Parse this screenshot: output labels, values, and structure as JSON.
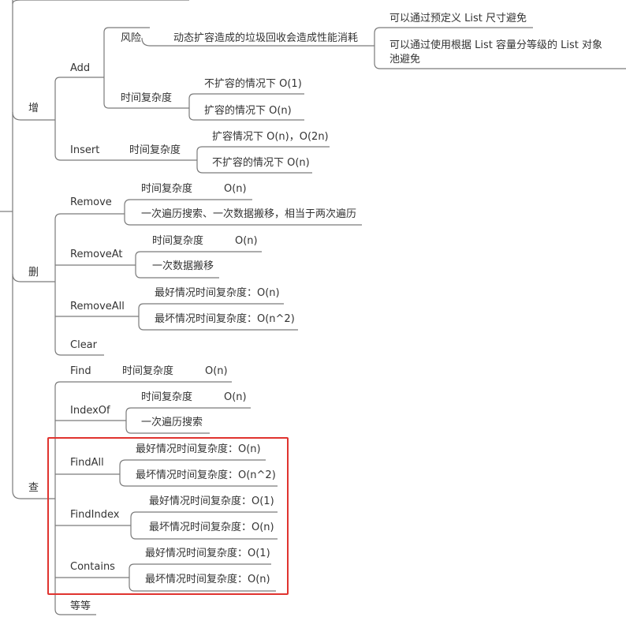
{
  "mindmap": {
    "groups": {
      "add": "增",
      "delete": "删",
      "find": "查"
    },
    "add": {
      "label": "Add",
      "risk_label": "风险",
      "risk_desc": "动态扩容造成的垃圾回收会造成性能消耗",
      "mitigation_1": "可以通过预定义 List 尺寸避免",
      "mitigation_2": "可以通过使用根据 List 容量分等级的 List 对象池避免",
      "complexity_label": "时间复杂度",
      "case_no_expand": "不扩容的情况下 O(1)",
      "case_expand": "扩容的情况下 O(n)"
    },
    "insert": {
      "label": "Insert",
      "complexity_label": "时间复杂度",
      "case_expand": "扩容情况下 O(n)，O(2n)",
      "case_no_expand": "不扩容的情况下 O(n)"
    },
    "remove": {
      "label": "Remove",
      "complexity_label": "时间复杂度",
      "complexity_value": "O(n)",
      "note": "一次遍历搜索、一次数据搬移，相当于两次遍历"
    },
    "remove_at": {
      "label": "RemoveAt",
      "complexity_label": "时间复杂度",
      "complexity_value": "O(n)",
      "note": "一次数据搬移"
    },
    "remove_all": {
      "label": "RemoveAll",
      "best": "最好情况时间复杂度：O(n)",
      "worst": "最坏情况时间复杂度：O(n^2)"
    },
    "clear": {
      "label": "Clear"
    },
    "find": {
      "label": "Find",
      "complexity_label": "时间复杂度",
      "complexity_value": "O(n)"
    },
    "index_of": {
      "label": "IndexOf",
      "complexity_label": "时间复杂度",
      "complexity_value": "O(n)",
      "note": "一次遍历搜索"
    },
    "find_all": {
      "label": "FindAll",
      "best": "最好情况时间复杂度：O(n)",
      "worst": "最坏情况时间复杂度：O(n^2)"
    },
    "find_index": {
      "label": "FindIndex",
      "best": "最好情况时间复杂度：O(1)",
      "worst": "最坏情况时间复杂度：O(n)"
    },
    "contains": {
      "label": "Contains",
      "best": "最好情况时间复杂度：O(1)",
      "worst": "最坏情况时间复杂度：O(n)"
    },
    "etc": {
      "label": "等等"
    }
  },
  "colors": {
    "line": "#7a7a7a",
    "text": "#333333",
    "highlight": "#e0332f"
  }
}
